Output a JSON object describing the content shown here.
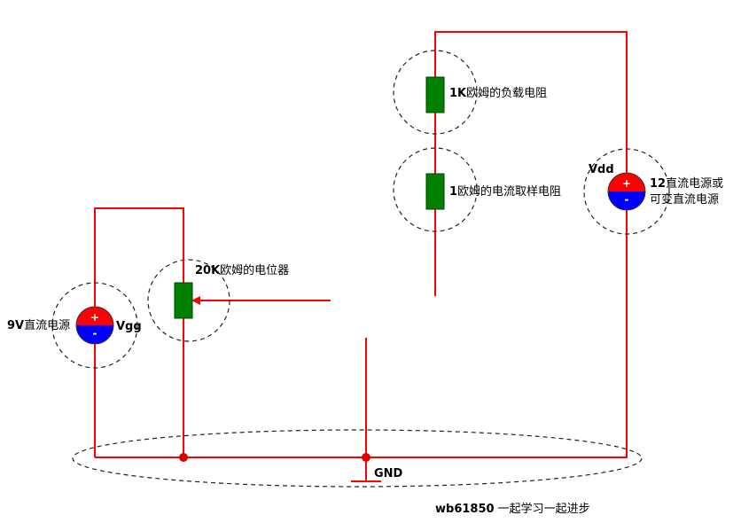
{
  "labels": {
    "load_resistor_value": "1K",
    "load_resistor_text": "欧姆的负载电阻",
    "sense_resistor_value": "1",
    "sense_resistor_text": "欧姆的电流取样电阻",
    "vdd": "Vdd",
    "vdd_source_line1_value": "12",
    "vdd_source_line1_text": "直流电源或",
    "vdd_source_line2": "可变直流电源",
    "potentiometer_value": "20K",
    "potentiometer_text": "欧姆的电位器",
    "vgg_source_value": "9V",
    "vgg_source_text": "直流电源",
    "vgg": "Vgg",
    "gnd": "GND",
    "credit_bold": "wb61850",
    "credit_text": " 一起学习一起进步"
  },
  "symbols": {
    "plus": "+",
    "minus": "-"
  },
  "colors": {
    "wire": "#ff0000",
    "resistor": "#008000",
    "source_positive": "#ff0000",
    "source_negative": "#0000ff",
    "dashed_outline": "#222222",
    "junction": "#e00000"
  }
}
